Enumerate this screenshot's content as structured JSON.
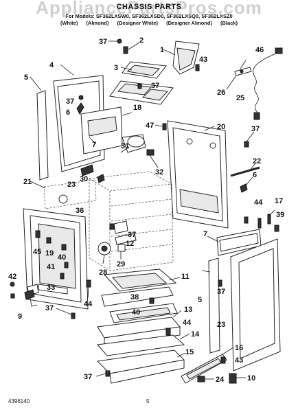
{
  "watermark": "AppliancePartsPros.com",
  "header": {
    "title": "CHASSIS PARTS",
    "models_line": "For Models: SF362LXSW0, SF362LXSD0, SF362LXSQ0, SF362LXSZ0",
    "colors": [
      "(White)",
      "(Almond)",
      "(Designer White)",
      "(Designer Almond)",
      "(Black)"
    ]
  },
  "footer": {
    "part_number": "4396140",
    "page": "5"
  },
  "callouts": {
    "c1": "1",
    "c2": "2",
    "c3": "3",
    "c4": "4",
    "c5": "5",
    "c5b": "5",
    "c6": "6",
    "c6b": "6",
    "c7": "7",
    "c7b": "7",
    "c9": "9",
    "c10": "10",
    "c11": "11",
    "c12": "12",
    "c13": "13",
    "c14": "14",
    "c15": "15",
    "c16": "16",
    "c17": "17",
    "c18": "18",
    "c19": "19",
    "c20": "20",
    "c21": "21",
    "c22": "22",
    "c23": "23",
    "c23b": "23",
    "c24": "24",
    "c25": "25",
    "c26": "26",
    "c28": "28",
    "c29": "29",
    "c30": "30",
    "c31": "31",
    "c32": "32",
    "c33": "33",
    "c36": "36",
    "c37a": "37",
    "c37b": "37",
    "c37c": "37",
    "c37d": "37",
    "c37e": "37",
    "c37f": "37",
    "c37g": "37",
    "c37h": "37",
    "c38": "38",
    "c39": "39",
    "c40": "40",
    "c40b": "40",
    "c41": "41",
    "c42": "42",
    "c43": "43",
    "c43b": "43",
    "c44": "44",
    "c44b": "44",
    "c44c": "44",
    "c45": "45",
    "c46": "46",
    "c47": "47"
  }
}
